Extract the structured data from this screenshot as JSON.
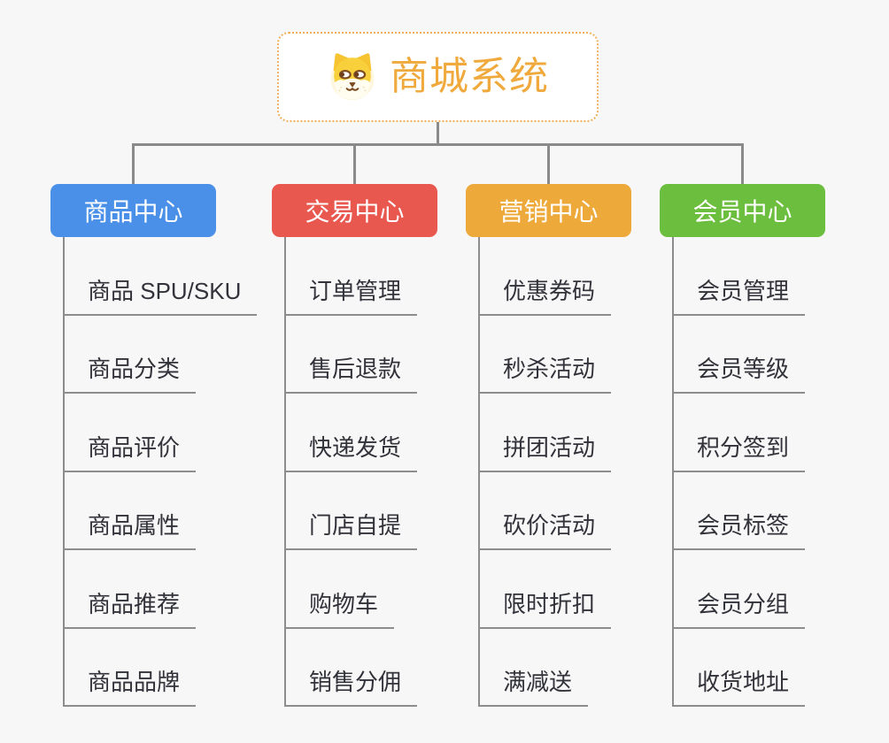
{
  "root": {
    "title": "商城系统",
    "icon": "shiba-dog-icon",
    "title_color": "#EFA93C",
    "border_color": "#EDB05C",
    "background": "#FFFFFF"
  },
  "page_background": "#F7F7F7",
  "connector_color": "#8A8A8A",
  "leaf_text_color": "#32323A",
  "branches": [
    {
      "label": "商品中心",
      "color": "#4A90E8",
      "children": [
        "商品 SPU/SKU",
        "商品分类",
        "商品评价",
        "商品属性",
        "商品推荐",
        "商品品牌"
      ]
    },
    {
      "label": "交易中心",
      "color": "#E9584F",
      "children": [
        "订单管理",
        "售后退款",
        "快递发货",
        "门店自提",
        "购物车",
        "销售分佣"
      ]
    },
    {
      "label": "营销中心",
      "color": "#EEA93B",
      "children": [
        "优惠券码",
        "秒杀活动",
        "拼团活动",
        "砍价活动",
        "限时折扣",
        "满减送"
      ]
    },
    {
      "label": "会员中心",
      "color": "#6CBE3E",
      "children": [
        "会员管理",
        "会员等级",
        "积分签到",
        "会员标签",
        "会员分组",
        "收货地址"
      ]
    }
  ]
}
